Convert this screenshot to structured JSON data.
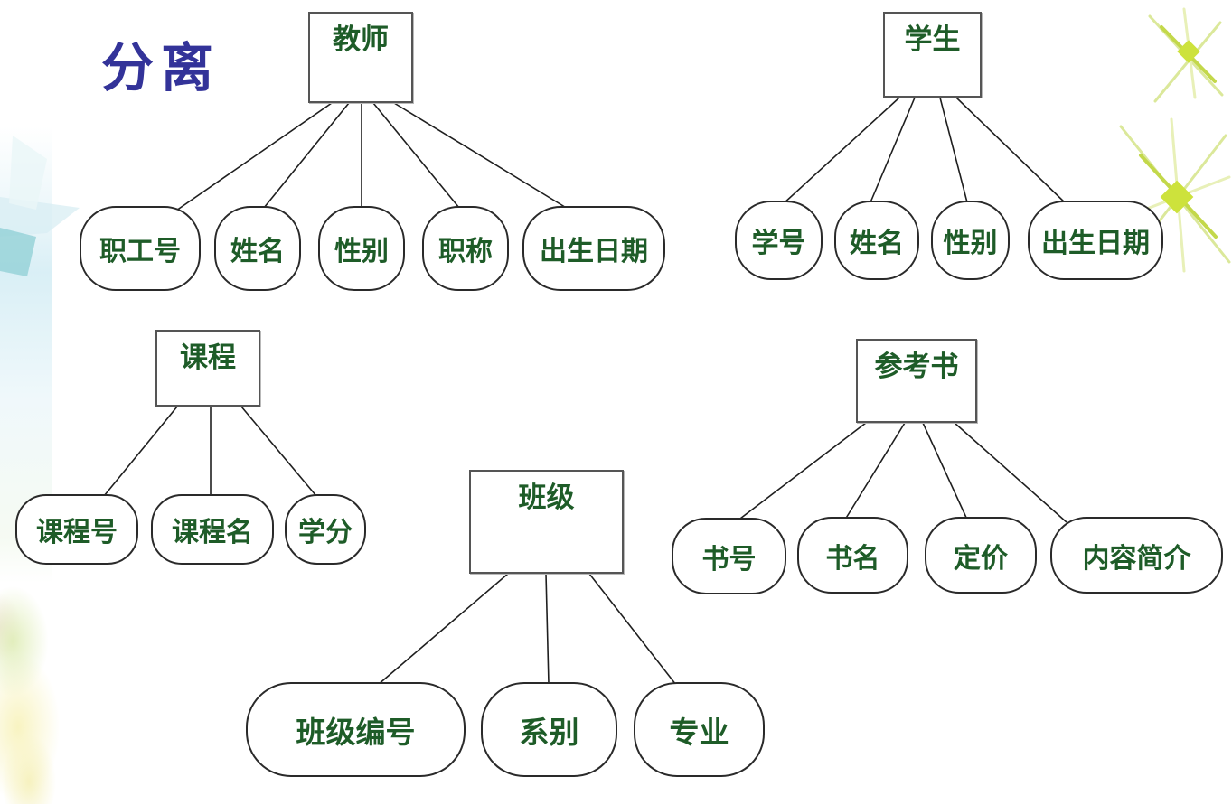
{
  "slide": {
    "title": "分离"
  },
  "colors": {
    "title_text": "#333399",
    "diagram_text": "#1E5C28",
    "connector_line": "#1f1f1f",
    "shape_fill": "#ffffff",
    "entity_border": "#555555",
    "attribute_border": "#2a2a2a",
    "sparkle_bright": "#cde23c",
    "sparkle_ray": "#dbe89a",
    "watercolor_blue": "#bae2ee",
    "watercolor_teal": "#8ecfd4",
    "watercolor_yellow": "#f8f3be"
  },
  "entities": [
    {
      "name": "教师",
      "attributes": [
        "职工号",
        "姓名",
        "性别",
        "职称",
        "出生日期"
      ]
    },
    {
      "name": "学生",
      "attributes": [
        "学号",
        "姓名",
        "性别",
        "出生日期"
      ]
    },
    {
      "name": "课程",
      "attributes": [
        "课程号",
        "课程名",
        "学分"
      ]
    },
    {
      "name": "班级",
      "attributes": [
        "班级编号",
        "系别",
        "专业"
      ]
    },
    {
      "name": "参考书",
      "attributes": [
        "书号",
        "书名",
        "定价",
        "内容简介"
      ]
    }
  ]
}
